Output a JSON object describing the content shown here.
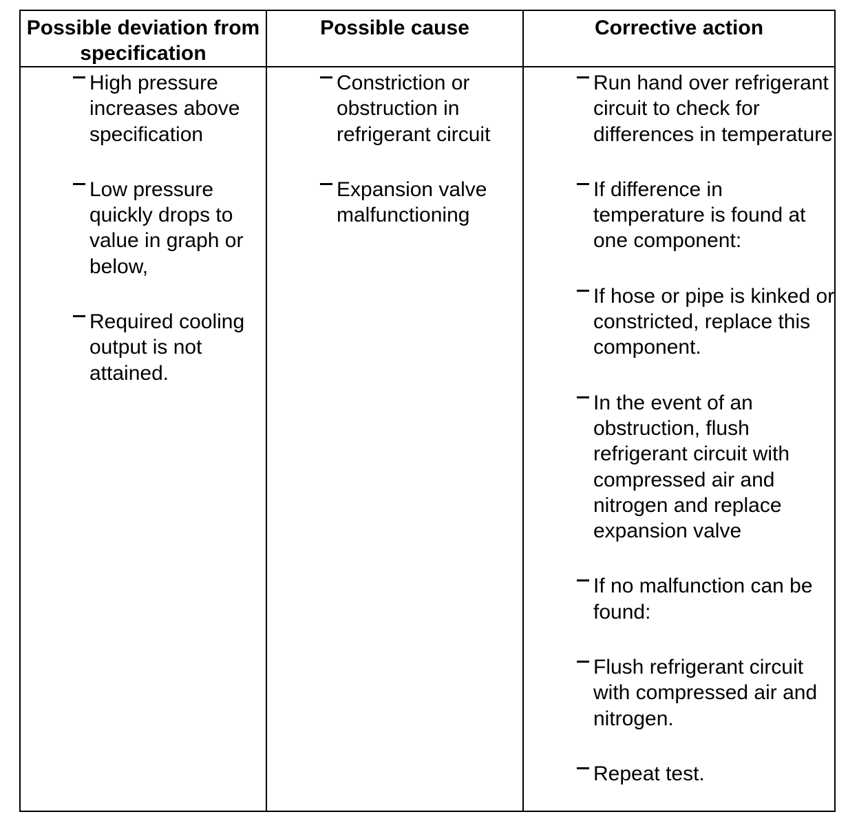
{
  "headers": [
    "Possible deviation from specification",
    "Possible cause",
    "Corrective action"
  ],
  "columns": [
    {
      "items": [
        "High pressure increases above specification",
        "Low pressure quickly drops to value in graph or below,",
        "Required cooling output is not attained."
      ]
    },
    {
      "items": [
        "Constriction or obstruction in refrigerant circuit",
        "Expansion valve malfunctioning"
      ]
    },
    {
      "items": [
        "Run hand over refrigerant circuit to check for differences in temperature",
        "If difference in temperature is found at one component:",
        "If hose or pipe is kinked or constricted, replace this component.",
        "In the event of an obstruction, flush refrigerant circuit with compressed air and nitrogen and replace expansion valve",
        "If no malfunction can be found:",
        "Flush refrigerant circuit with compressed air and nitrogen.",
        "Repeat test."
      ]
    }
  ]
}
